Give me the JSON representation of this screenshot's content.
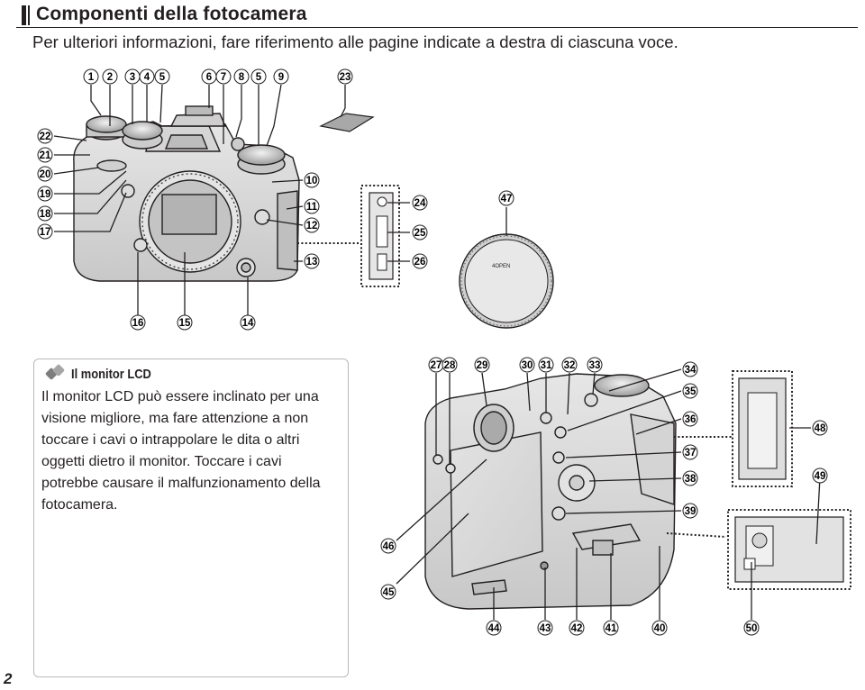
{
  "header": {
    "title": "Componenti della fotocamera",
    "subtitle": "Per ulteriori informazioni, fare riferimento alle pagine indicate a destra di ciascuna voce."
  },
  "note": {
    "title": "Il monitor LCD",
    "body": "Il monitor LCD può essere inclinato per una visione migliore, ma fare attenzione a non toccare i cavi o intrappolare le dita o altri oggetti dietro il monitor. Toccare i cavi potrebbe causare il malfunzionamento della fotocamera."
  },
  "cap_text": "4OPEN",
  "callouts": {
    "c1": "1",
    "c2": "2",
    "c3": "3",
    "c4": "4",
    "c5": "5",
    "c6": "6",
    "c7": "7",
    "c8": "8",
    "c5b": "5",
    "c9": "9",
    "c10": "10",
    "c11": "11",
    "c12": "12",
    "c13": "13",
    "c14": "14",
    "c15": "15",
    "c16": "16",
    "c17": "17",
    "c18": "18",
    "c19": "19",
    "c20": "20",
    "c21": "21",
    "c22": "22",
    "c23": "23",
    "c24": "24",
    "c25": "25",
    "c26": "26",
    "c27": "27",
    "c28": "28",
    "c29": "29",
    "c30": "30",
    "c31": "31",
    "c32": "32",
    "c33": "33",
    "c34": "34",
    "c35": "35",
    "c36": "36",
    "c37": "37",
    "c38": "38",
    "c39": "39",
    "c40": "40",
    "c41": "41",
    "c42": "42",
    "c43": "43",
    "c44": "44",
    "c45": "45",
    "c46": "46",
    "c47": "47",
    "c48": "48",
    "c49": "49",
    "c50": "50"
  },
  "page_number": "2"
}
